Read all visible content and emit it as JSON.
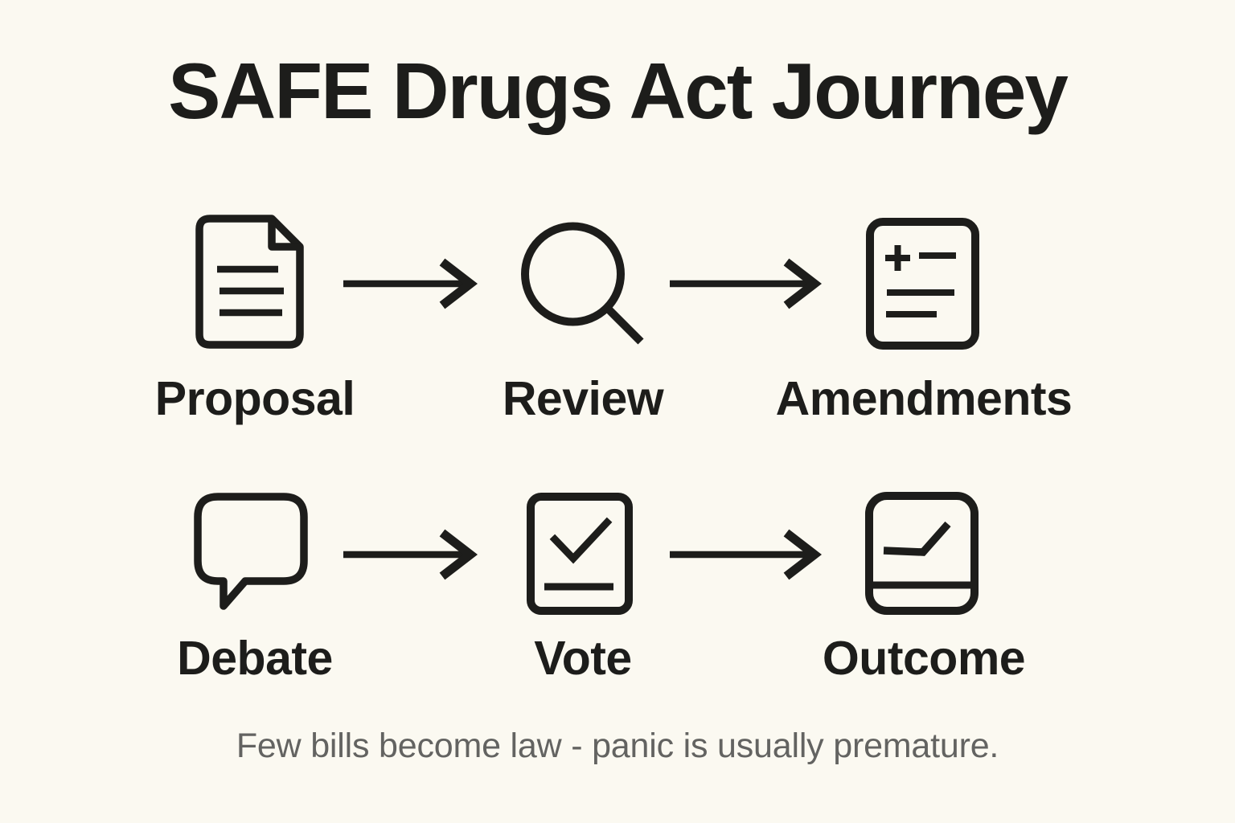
{
  "title": "SAFE Drugs Act Journey",
  "colors": {
    "background": "#FBF9F1",
    "ink": "#1D1D1B",
    "muted": "#636361"
  },
  "rows": [
    {
      "steps": [
        {
          "label": "Proposal",
          "icon": "document-icon"
        },
        {
          "label": "Review",
          "icon": "magnifier-icon"
        },
        {
          "label": "Amendments",
          "icon": "amendments-document-icon"
        }
      ]
    },
    {
      "steps": [
        {
          "label": "Debate",
          "icon": "speech-bubble-icon"
        },
        {
          "label": "Vote",
          "icon": "ballot-check-icon"
        },
        {
          "label": "Outcome",
          "icon": "trend-chart-icon"
        }
      ]
    }
  ],
  "connector": "arrow-right",
  "footer": "Few bills become law - panic is usually premature."
}
